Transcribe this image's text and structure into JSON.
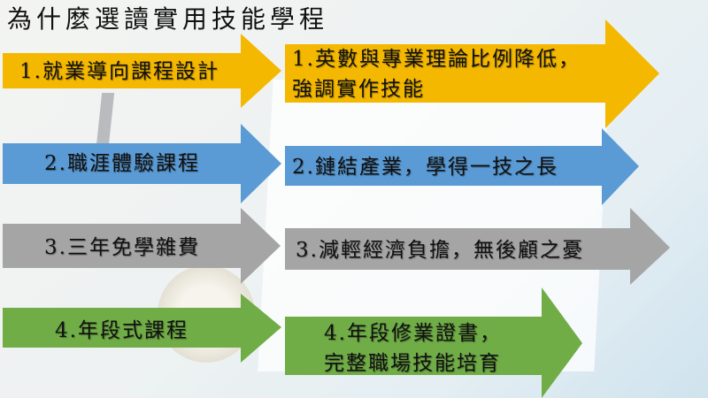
{
  "title": "為什麼選讀實用技能學程",
  "colors": {
    "yellow": "#F5B800",
    "blue": "#5B9BD5",
    "gray": "#A5A5A5",
    "green": "#70AD47"
  },
  "rows": [
    {
      "left": "1.就業導向課程設計",
      "right": [
        "1.英數與專業理論比例降低，",
        "強調實作技能"
      ]
    },
    {
      "left": "2.職涯體驗課程",
      "right": [
        "2.鏈結產業，學得一技之長"
      ]
    },
    {
      "left": "3.三年免學雜費",
      "right": [
        "3.減輕經濟負擔，無後顧之憂"
      ]
    },
    {
      "left": "4.年段式課程",
      "right": [
        "4.年段修業證書，",
        "完整職場技能培育"
      ]
    }
  ]
}
